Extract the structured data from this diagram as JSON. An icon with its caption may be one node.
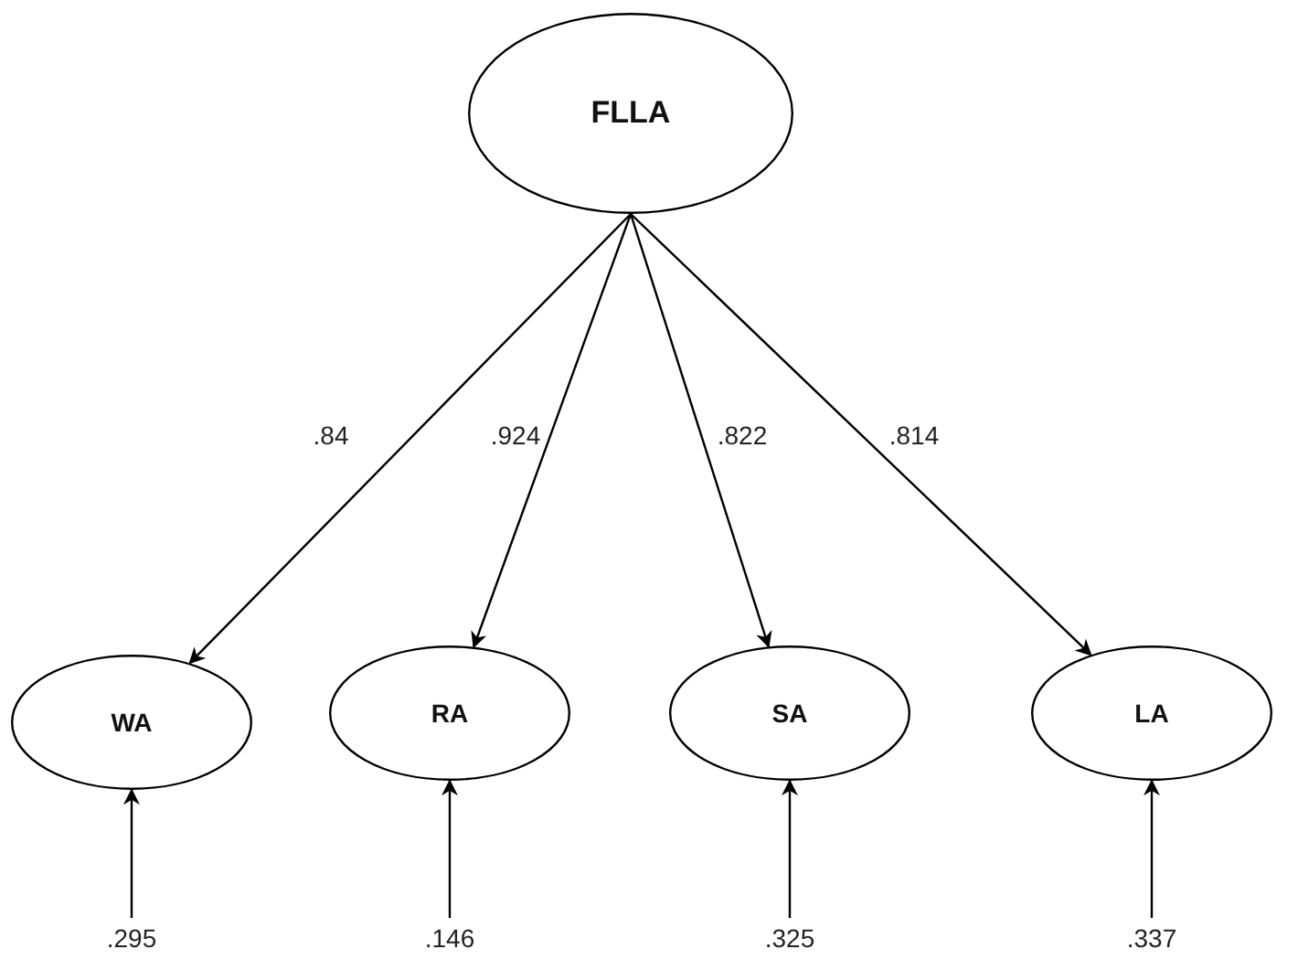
{
  "diagram": {
    "nodes": [
      {
        "text": [
          "FLLA"
        ]
      },
      {
        "text": [
          "WA"
        ]
      },
      {
        "text": [
          "RA"
        ]
      },
      {
        "text": [
          "SA"
        ]
      },
      {
        "text": [
          "LA"
        ]
      },
      {
        "text": [
          ".295"
        ]
      },
      {
        "text": [
          ".146"
        ]
      },
      {
        "text": [
          ".325"
        ]
      },
      {
        "text": [
          ".337"
        ]
      }
    ],
    "edges": [
      {
        "from": 0,
        "to": 1,
        "arrow": "to",
        "label": ".84"
      },
      {
        "from": 0,
        "to": 2,
        "arrow": "to",
        "label": ".924"
      },
      {
        "from": 0,
        "to": 3,
        "arrow": "to",
        "label": ".822"
      },
      {
        "from": 0,
        "to": 4,
        "arrow": "to",
        "label": ".814"
      },
      {
        "from": 5,
        "to": 1,
        "arrow": "to"
      },
      {
        "from": 6,
        "to": 2,
        "arrow": "to"
      },
      {
        "from": 7,
        "to": 3,
        "arrow": "to"
      },
      {
        "from": 8,
        "to": 4,
        "arrow": "to"
      }
    ]
  }
}
